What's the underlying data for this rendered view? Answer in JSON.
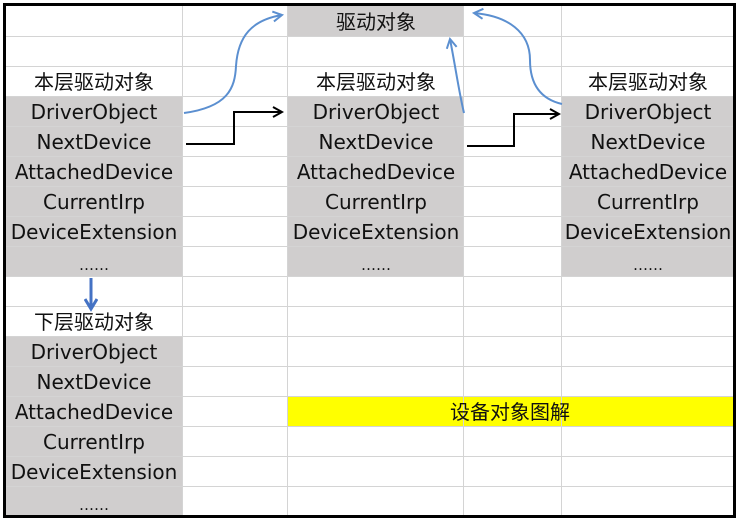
{
  "top_object": {
    "label": "驱动对象"
  },
  "stack_objects": [
    {
      "title": "本层驱动对象",
      "fields": [
        "DriverObject",
        "NextDevice",
        "AttachedDevice",
        "CurrentIrp",
        "DeviceExtension",
        "……"
      ]
    },
    {
      "title": "本层驱动对象",
      "fields": [
        "DriverObject",
        "NextDevice",
        "AttachedDevice",
        "CurrentIrp",
        "DeviceExtension",
        "……"
      ]
    },
    {
      "title": "本层驱动对象",
      "fields": [
        "DriverObject",
        "NextDevice",
        "AttachedDevice",
        "CurrentIrp",
        "DeviceExtension",
        "……"
      ]
    }
  ],
  "lower_object": {
    "title": "下层驱动对象",
    "fields": [
      "DriverObject",
      "NextDevice",
      "AttachedDevice",
      "CurrentIrp",
      "DeviceExtension",
      "……"
    ]
  },
  "diagram_caption": "设备对象图解",
  "colors": {
    "cell_fill": "#d0cece",
    "caption_fill": "#ffff00",
    "curved_arrow": "#5b8fd0",
    "down_arrow": "#4472c4",
    "straight_arrow": "#000000",
    "grid": "#d4d4d4"
  }
}
